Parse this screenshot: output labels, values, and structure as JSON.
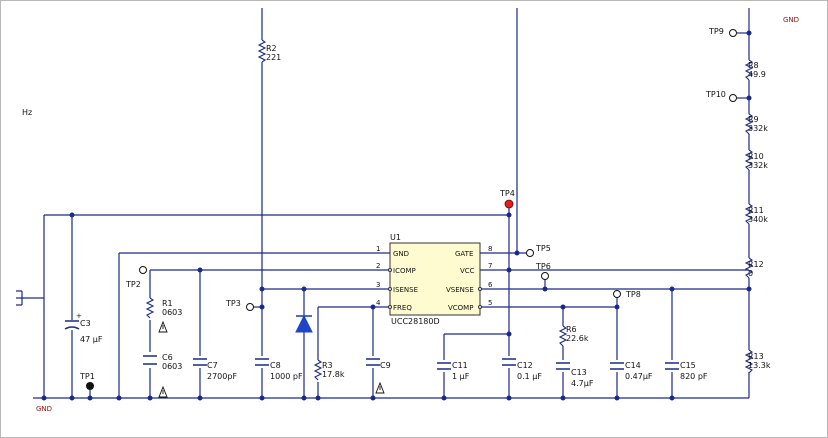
{
  "labels": {
    "hz": "Hz",
    "gnd_top": "GND",
    "gnd_bottom": "GND",
    "ic_ref": "U1",
    "ic_part": "UCC28180D"
  },
  "ic_pins": [
    {
      "num": "1",
      "name": "GND"
    },
    {
      "num": "2",
      "name": "ICOMP"
    },
    {
      "num": "3",
      "name": "ISENSE"
    },
    {
      "num": "4",
      "name": "FREQ"
    },
    {
      "num": "8",
      "name": "GATE"
    },
    {
      "num": "7",
      "name": "VCC"
    },
    {
      "num": "6",
      "name": "VSENSE"
    },
    {
      "num": "5",
      "name": "VCOMP"
    }
  ],
  "test_points": [
    "TP1",
    "TP2",
    "TP3",
    "TP4",
    "TP5",
    "TP6",
    "TP8",
    "TP9",
    "TP10"
  ],
  "components": [
    {
      "ref": "R2",
      "value": "221"
    },
    {
      "ref": "R8",
      "value": "49.9"
    },
    {
      "ref": "R9",
      "value": "332k"
    },
    {
      "ref": "R10",
      "value": "332k"
    },
    {
      "ref": "R11",
      "value": "340k"
    },
    {
      "ref": "R12",
      "value": "0"
    },
    {
      "ref": "R13",
      "value": "13.3k"
    },
    {
      "ref": "R1",
      "value": "0603"
    },
    {
      "ref": "R3",
      "value": "17.8k"
    },
    {
      "ref": "R6",
      "value": "22.6k"
    },
    {
      "ref": "C3",
      "value": "47 µF"
    },
    {
      "ref": "C6",
      "value": "0603"
    },
    {
      "ref": "C7",
      "value": "2700pF"
    },
    {
      "ref": "C8",
      "value": "1000 pF"
    },
    {
      "ref": "C9",
      "value": ""
    },
    {
      "ref": "C11",
      "value": "1 µF"
    },
    {
      "ref": "C12",
      "value": "0.1 µF"
    },
    {
      "ref": "C13",
      "value": "4.7µF"
    },
    {
      "ref": "C14",
      "value": "0.47µF"
    },
    {
      "ref": "C15",
      "value": "820 pF"
    }
  ],
  "colors": {
    "wire": "#1a2a8a",
    "diode": "#1f44c8",
    "tp_active": "#e02020",
    "gnd": "#a01010"
  }
}
